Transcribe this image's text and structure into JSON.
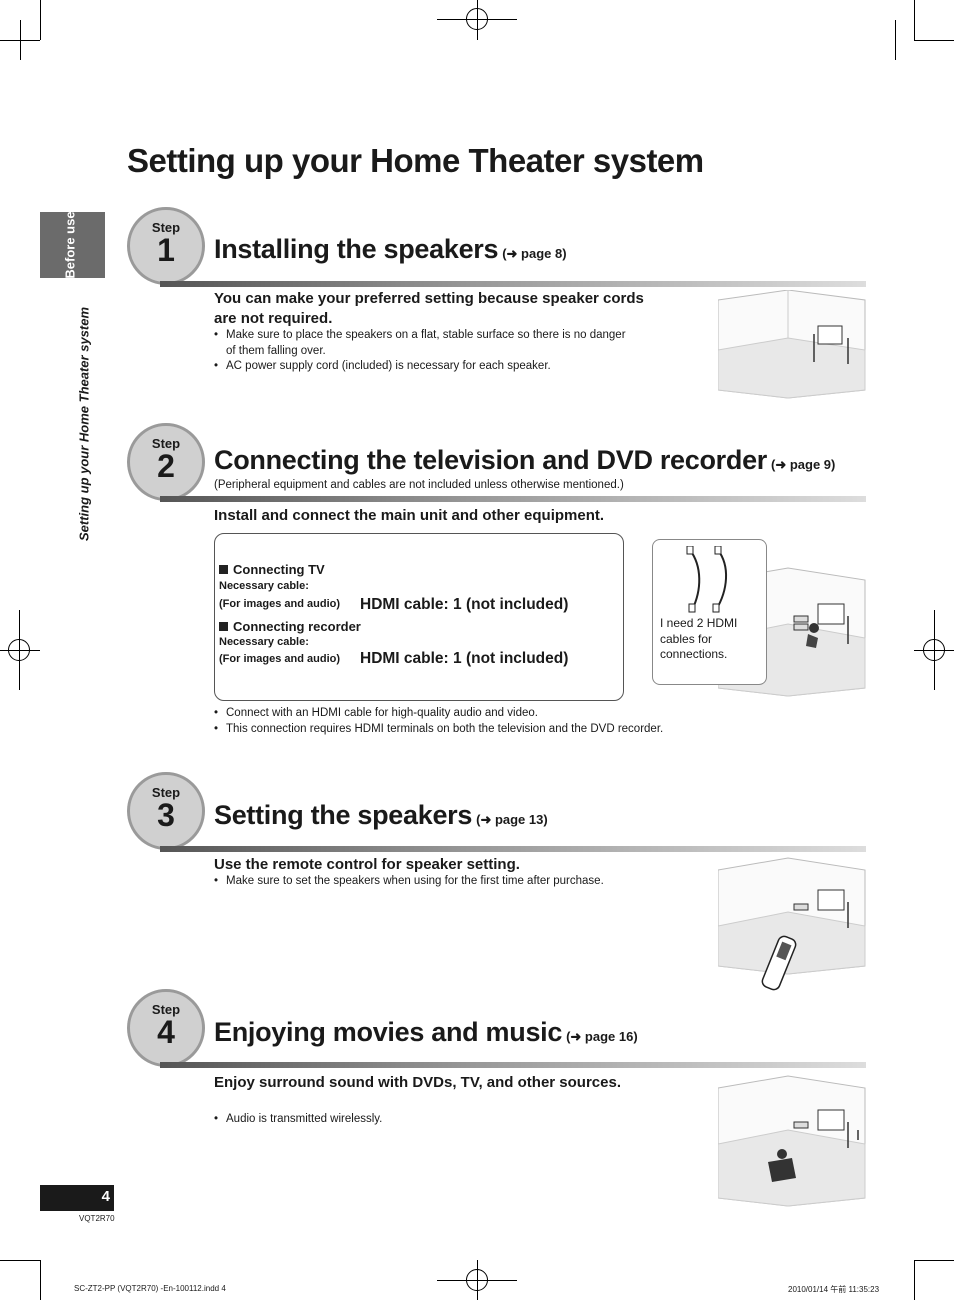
{
  "page": {
    "title": "Setting up your Home Theater system",
    "side_tab": "Before use",
    "side_vertical": "Setting up your Home Theater system",
    "page_number": "4",
    "model_code": "VQT2R70",
    "footer_left": "SC-ZT2-PP (VQT2R70) -En-100112.indd   4",
    "footer_right": "2010/01/14   午前 11:35:23"
  },
  "steps": [
    {
      "word": "Step",
      "number": "1",
      "title": "Installing the speakers",
      "page_ref": "(➜ page 8)",
      "lead": "You can make your preferred setting because speaker cords are not required.",
      "bullets": [
        "Make sure to place the speakers on a flat, stable surface so there is no danger of them falling over.",
        "AC power supply cord (included) is necessary for each speaker."
      ],
      "illustration": "room-speakers-illustration"
    },
    {
      "word": "Step",
      "number": "2",
      "title": "Connecting the television and DVD recorder",
      "page_ref": "(➜ page 9)",
      "note": "(Peripheral equipment and cables are not included unless otherwise mentioned.)",
      "lead": "Install and connect the main unit and other equipment.",
      "connections": [
        {
          "heading": "Connecting TV",
          "necessary": "Necessary cable:",
          "purpose": "(For images and audio)",
          "cable": "HDMI cable: 1 (not included)"
        },
        {
          "heading": "Connecting recorder",
          "necessary": "Necessary cable:",
          "purpose": "(For images and audio)",
          "cable": "HDMI cable: 1 (not included)"
        }
      ],
      "cable_note": "I need 2 HDMI cables for connections.",
      "bullets": [
        "Connect with an HDMI cable for high-quality audio and video.",
        "This connection requires HDMI terminals on both the television and the DVD recorder."
      ],
      "illustration": "room-connection-illustration"
    },
    {
      "word": "Step",
      "number": "3",
      "title": "Setting the speakers",
      "page_ref": "(➜ page 13)",
      "lead": "Use the remote control for speaker setting.",
      "bullets": [
        "Make sure to set the speakers when using for the first time after purchase."
      ],
      "illustration": "room-remote-illustration"
    },
    {
      "word": "Step",
      "number": "4",
      "title": "Enjoying movies and music",
      "page_ref": "(➜ page 16)",
      "lead": "Enjoy surround sound with DVDs, TV, and other sources.",
      "bullets": [
        "Audio is transmitted wirelessly."
      ],
      "illustration": "room-listener-illustration"
    }
  ]
}
